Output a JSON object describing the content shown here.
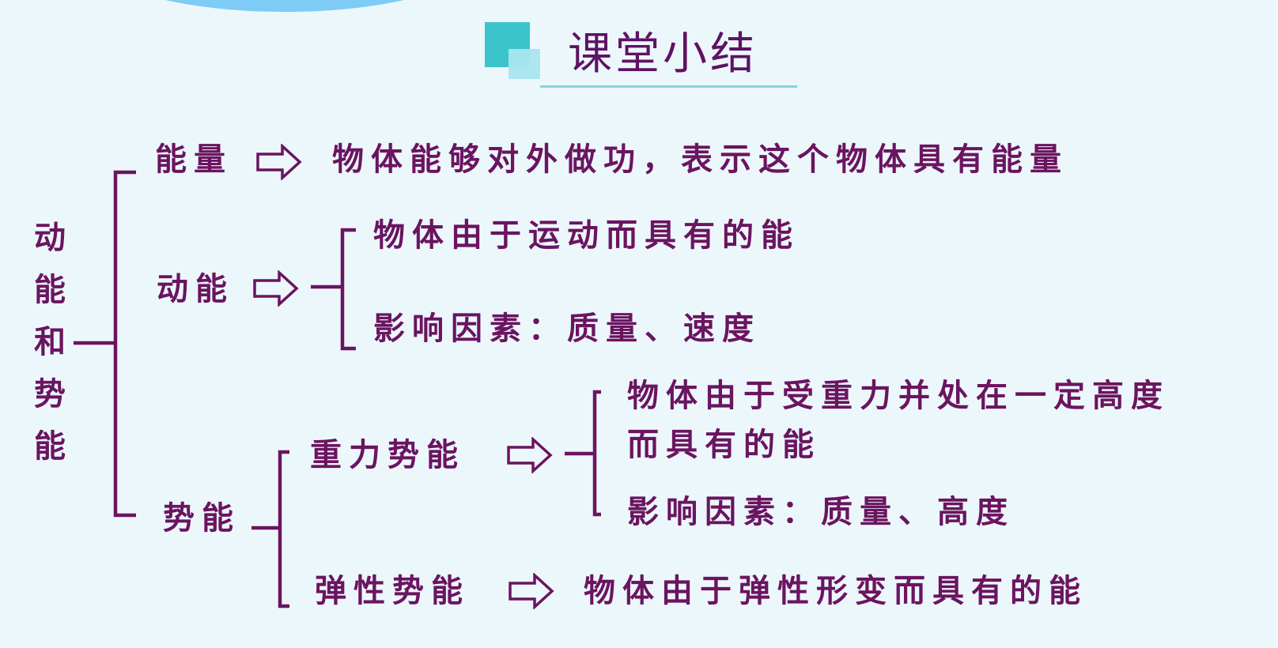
{
  "header": {
    "title": "课堂小结"
  },
  "colors": {
    "text": "#6b1460",
    "accent_teal": "#3cc4cc",
    "accent_light_teal": "#a9e6ee",
    "background": "#ecf7fc",
    "top_arc": "#7ecbf6"
  },
  "diagram": {
    "root": "动能和势能",
    "energy": {
      "label": "能量",
      "arrow_icon": "hollow-right-arrow",
      "definition": "物体能够对外做功，表示这个物体具有能量"
    },
    "kinetic": {
      "label": "动能",
      "arrow_icon": "hollow-right-arrow",
      "definition": "物体由于运动而具有的能",
      "factors": "影响因素：质量、速度"
    },
    "potential": {
      "label": "势能",
      "gravitational": {
        "label": "重力势能",
        "arrow_icon": "hollow-right-arrow",
        "definition_line1": "物体由于受重力并处在一定高度",
        "definition_line2": "而具有的能",
        "factors": "影响因素：质量、高度"
      },
      "elastic": {
        "label": "弹性势能",
        "arrow_icon": "hollow-right-arrow",
        "definition": "物体由于弹性形变而具有的能"
      }
    }
  }
}
